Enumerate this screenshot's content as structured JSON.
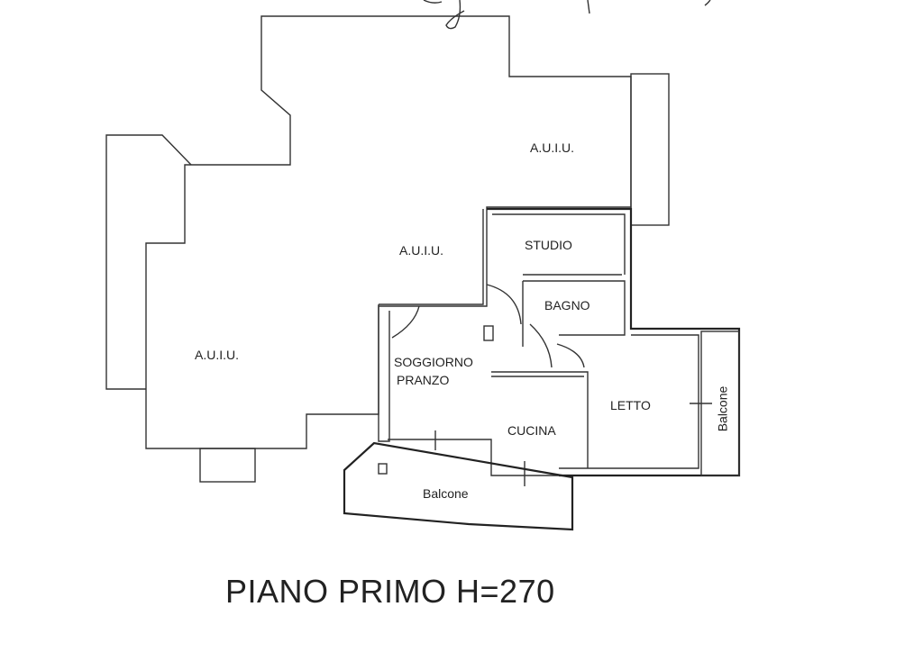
{
  "plan": {
    "title": "PIANO PRIMO H=270",
    "rooms": {
      "auiu_top": "A.U.I.U.",
      "auiu_center": "A.U.I.U.",
      "auiu_left": "A.U.I.U.",
      "studio": "STUDIO",
      "bagno": "BAGNO",
      "soggiorno_line1": "SOGGIORNO",
      "soggiorno_line2": "PRANZO",
      "letto": "LETTO",
      "cucina": "CUCINA",
      "balcone_front": "Balcone",
      "balcone_side": "Balcone"
    }
  }
}
